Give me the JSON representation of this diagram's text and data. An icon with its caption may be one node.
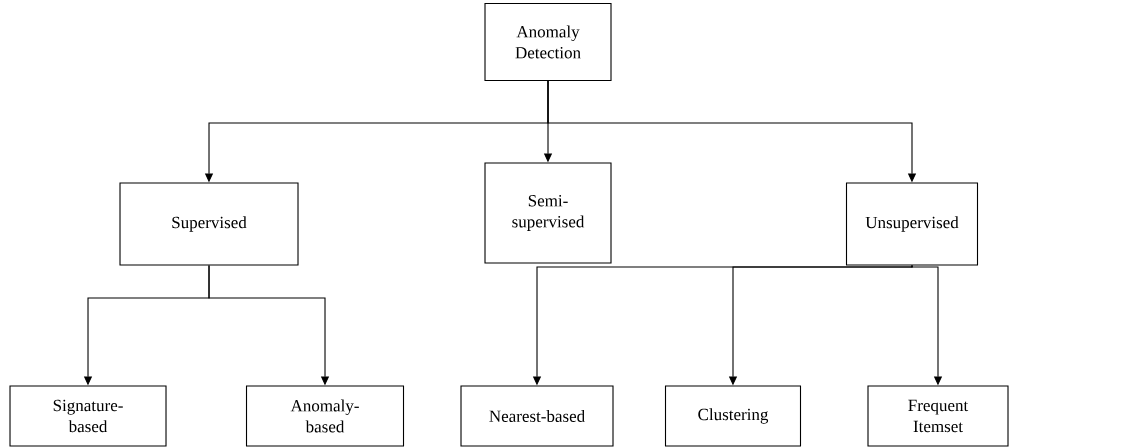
{
  "diagram": {
    "nodes": [
      {
        "text": [
          "Anomaly Detection"
        ]
      },
      {
        "text": [
          "Supervised"
        ]
      },
      {
        "text": [
          "Semi-supervised"
        ]
      },
      {
        "text": [
          "Unsupervised"
        ]
      },
      {
        "text": [
          "Signature-based"
        ]
      },
      {
        "text": [
          "Anomaly-based"
        ]
      },
      {
        "text": [
          "Nearest-based"
        ]
      },
      {
        "text": [
          "Clustering"
        ]
      },
      {
        "text": [
          "Frequent Itemset"
        ]
      }
    ],
    "edges": [
      {
        "from": 0,
        "to": 1,
        "arrow": "to"
      },
      {
        "from": 0,
        "to": 2,
        "arrow": "to"
      },
      {
        "from": 0,
        "to": 3,
        "arrow": "to"
      },
      {
        "from": 1,
        "to": 4,
        "arrow": "to"
      },
      {
        "from": 1,
        "to": 5,
        "arrow": "to"
      },
      {
        "from": 3,
        "to": 6,
        "arrow": "to"
      },
      {
        "from": 3,
        "to": 7,
        "arrow": "to"
      },
      {
        "from": 3,
        "to": 8,
        "arrow": "to"
      }
    ]
  }
}
